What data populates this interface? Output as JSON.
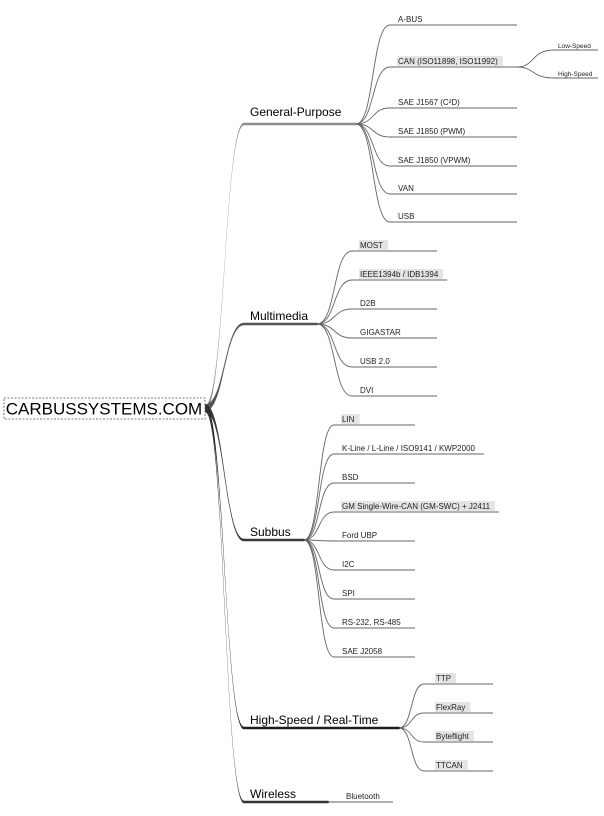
{
  "root": {
    "label": "CARBUSSYSTEMS.COM"
  },
  "branches": [
    {
      "label": "General-Purpose",
      "color": "#8c8c8c",
      "leaves": [
        {
          "label": "A-BUS",
          "highlight": false
        },
        {
          "label": "CAN (ISO11898, ISO11992)",
          "highlight": true,
          "children": [
            {
              "label": "Low-Speed"
            },
            {
              "label": "High-Speed"
            }
          ]
        },
        {
          "label": "SAE J1567 (C²D)",
          "highlight": false
        },
        {
          "label": "SAE J1850 (PWM)",
          "highlight": false
        },
        {
          "label": "SAE J1850 (VPWM)",
          "highlight": false
        },
        {
          "label": "VAN",
          "highlight": false
        },
        {
          "label": "USB",
          "highlight": false
        }
      ]
    },
    {
      "label": "Multimedia",
      "color": "#555555",
      "leaves": [
        {
          "label": "MOST",
          "highlight": true
        },
        {
          "label": "IEEE1394b / IDB1394",
          "highlight": true
        },
        {
          "label": "D2B",
          "highlight": false
        },
        {
          "label": "GIGASTAR",
          "highlight": false
        },
        {
          "label": "USB 2.0",
          "highlight": false
        },
        {
          "label": "DVI",
          "highlight": false
        }
      ]
    },
    {
      "label": "Subbus",
      "color": "#3a3a3a",
      "leaves": [
        {
          "label": "LIN",
          "highlight": true
        },
        {
          "label": "K-Line / L-Line / ISO9141 / KWP2000",
          "highlight": false
        },
        {
          "label": "BSD",
          "highlight": false
        },
        {
          "label": "GM Single-Wire-CAN (GM-SWC) + J2411",
          "highlight": true
        },
        {
          "label": "Ford UBP",
          "highlight": false
        },
        {
          "label": "I2C",
          "highlight": false
        },
        {
          "label": "SPI",
          "highlight": false
        },
        {
          "label": "RS-232, RS-485",
          "highlight": false
        },
        {
          "label": "SAE J2058",
          "highlight": false
        }
      ]
    },
    {
      "label": "High-Speed / Real-Time",
      "color": "#1e1e1e",
      "leaves": [
        {
          "label": "TTP",
          "highlight": true
        },
        {
          "label": "FlexRay",
          "highlight": true
        },
        {
          "label": "Byteflight",
          "highlight": true
        },
        {
          "label": "TTCAN",
          "highlight": true
        }
      ]
    },
    {
      "label": "Wireless",
      "color": "#333333",
      "leaves": [
        {
          "label": "Bluetooth",
          "highlight": false
        }
      ]
    }
  ]
}
